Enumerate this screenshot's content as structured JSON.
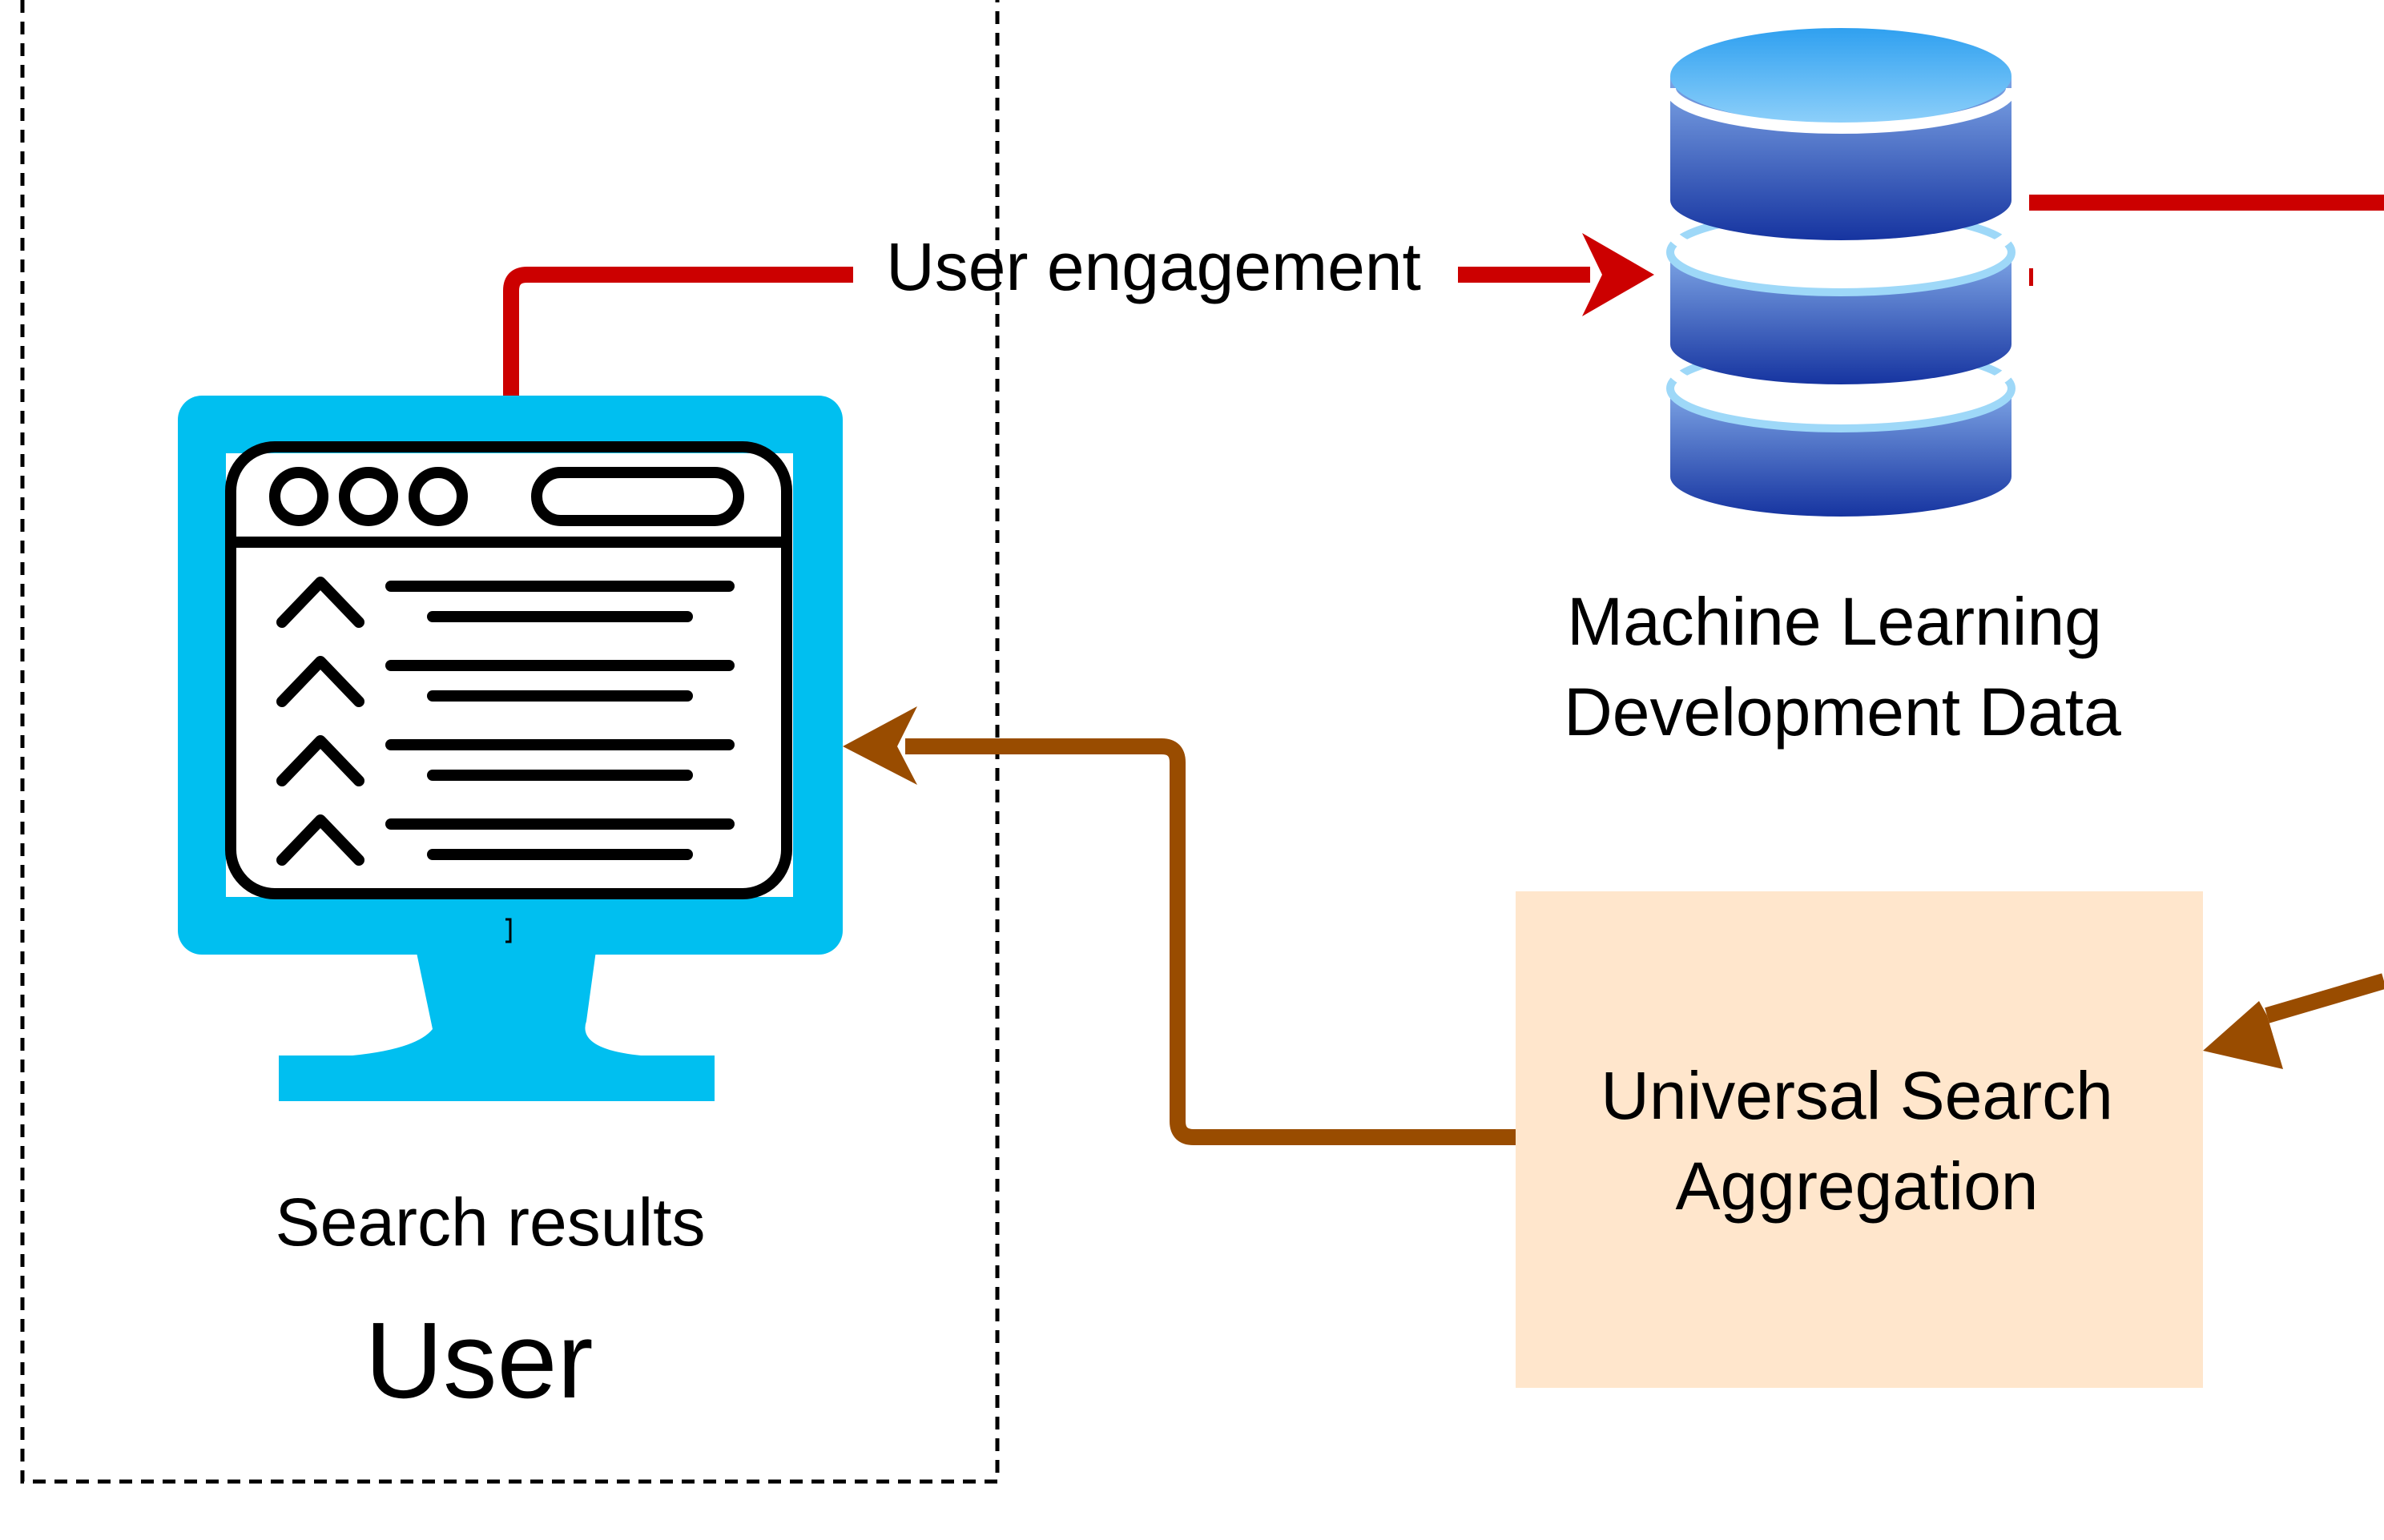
{
  "labels": {
    "user_engagement": "User engagement",
    "ml_data_line1": "Machine Learning",
    "ml_data_line2": "Development Data",
    "search_results": "Search results",
    "user": "User",
    "universal_search_line1": "Universal Search",
    "universal_search_line2": "Aggregation"
  },
  "colors": {
    "engagement_arrow": "#CC0000",
    "results_arrow": "#994C00",
    "monitor": "#00BFF0",
    "aggregation_box": "#FFE6CC",
    "boundary": "#000000",
    "database_top": "#5AB4F5",
    "database_body": "#2A5AC8",
    "database_ring": "#9ED8F8"
  },
  "icons": {
    "monitor": "monitor-search-results-icon",
    "database": "database-icon",
    "result_item": "chevron-up-icon"
  }
}
